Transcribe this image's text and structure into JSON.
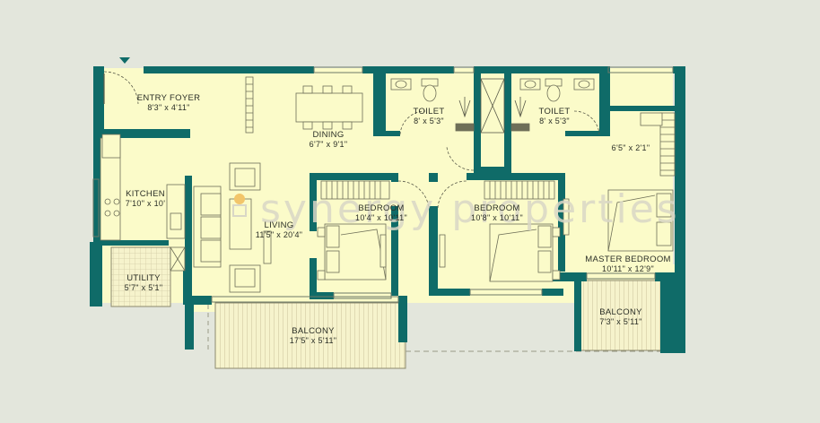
{
  "colors": {
    "background": "#e3e6dc",
    "floor": "#fbfbc9",
    "wall": "#0f6b68",
    "balcony_floor": "#f6f3cc",
    "balcony_hatch": "#c9c09a",
    "furniture_stroke": "#6e6f58",
    "watermark": "#d9d7c6",
    "watermark_accent": "#f2c56a"
  },
  "watermark": {
    "text": "synergy properties"
  },
  "rooms": {
    "entry_foyer": {
      "name": "ENTRY FOYER",
      "dim": "8'3\" x 4'11\""
    },
    "dining": {
      "name": "DINING",
      "dim": "6'7\" x 9'1\""
    },
    "toilet_1": {
      "name": "TOILET",
      "dim": "8' x 5'3\""
    },
    "toilet_2": {
      "name": "TOILET",
      "dim": "8' x 5'3\""
    },
    "dress": {
      "name": "",
      "dim": "6'5\" x 2'1\""
    },
    "kitchen": {
      "name": "KITCHEN",
      "dim": "7'10\" x 10'"
    },
    "living": {
      "name": "LIVING",
      "dim": "11'5\" x 20'4\""
    },
    "bedroom_1": {
      "name": "BEDROOM",
      "dim": "10'4\" x 10'11\""
    },
    "bedroom_2": {
      "name": "BEDROOM",
      "dim": "10'8\" x 10'11\""
    },
    "master_bedroom": {
      "name": "MASTER BEDROOM",
      "dim": "10'11\" x 12'9\""
    },
    "utility": {
      "name": "UTILITY",
      "dim": "5'7\" x 5'1\""
    },
    "balcony_1": {
      "name": "BALCONY",
      "dim": "17'5\" x 5'11\""
    },
    "balcony_2": {
      "name": "BALCONY",
      "dim": "7'3\" x 5'11\""
    }
  }
}
